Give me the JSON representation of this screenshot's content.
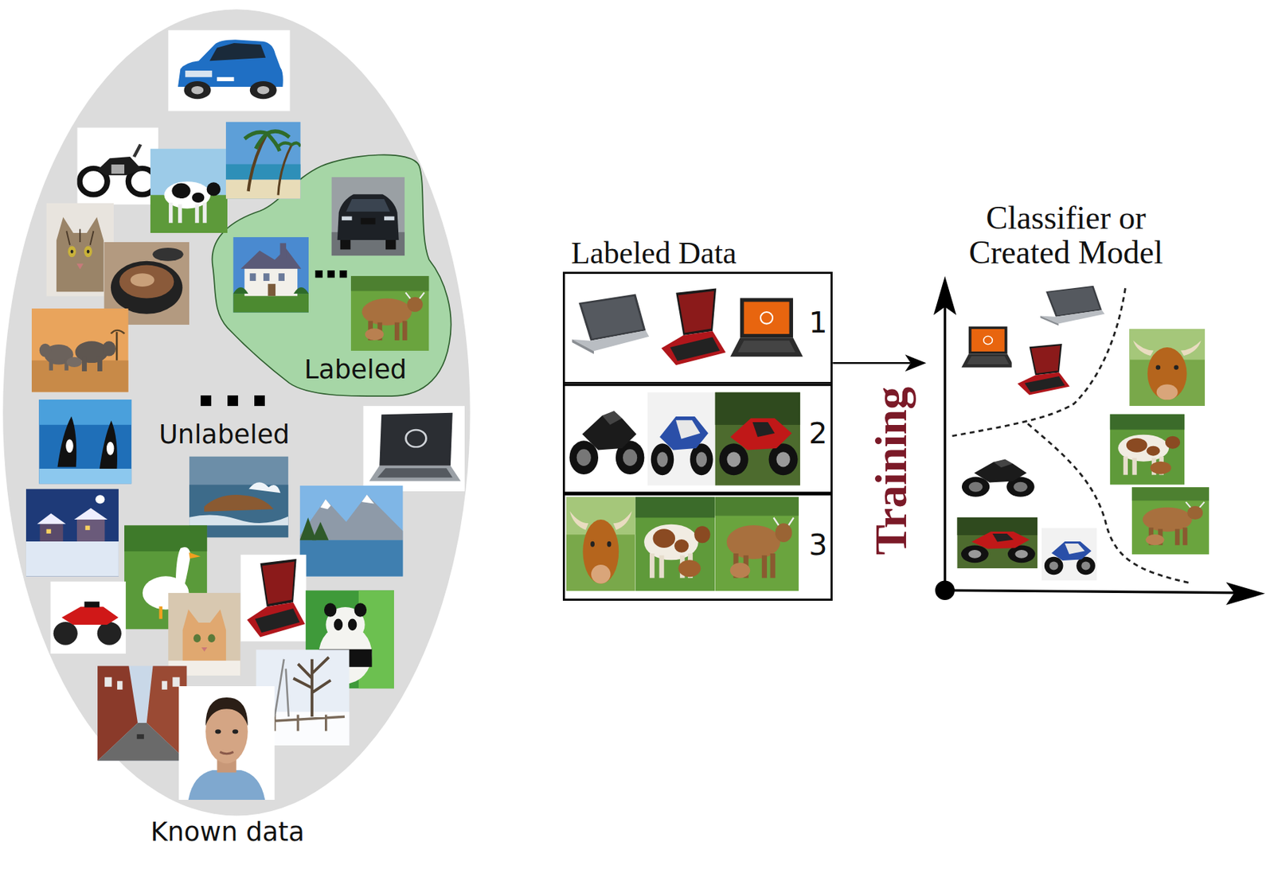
{
  "diagram": {
    "nodes": [
      {
        "text": [
          "Unlabeled",
          "Known data"
        ]
      },
      {
        "text": [
          "Labeled"
        ],
        "in": 0
      },
      {
        "text": [
          "Labeled Data"
        ]
      },
      {
        "text": [
          "1"
        ],
        "in": 2
      },
      {
        "text": [
          "2"
        ],
        "in": 2
      },
      {
        "text": [
          "3"
        ],
        "in": 2
      },
      {
        "text": [
          "Classifier or Created Model"
        ]
      }
    ],
    "edges": [
      {
        "from": 2,
        "to": 6,
        "arrow": "to"
      }
    ],
    "labels": [
      "Training"
    ]
  }
}
